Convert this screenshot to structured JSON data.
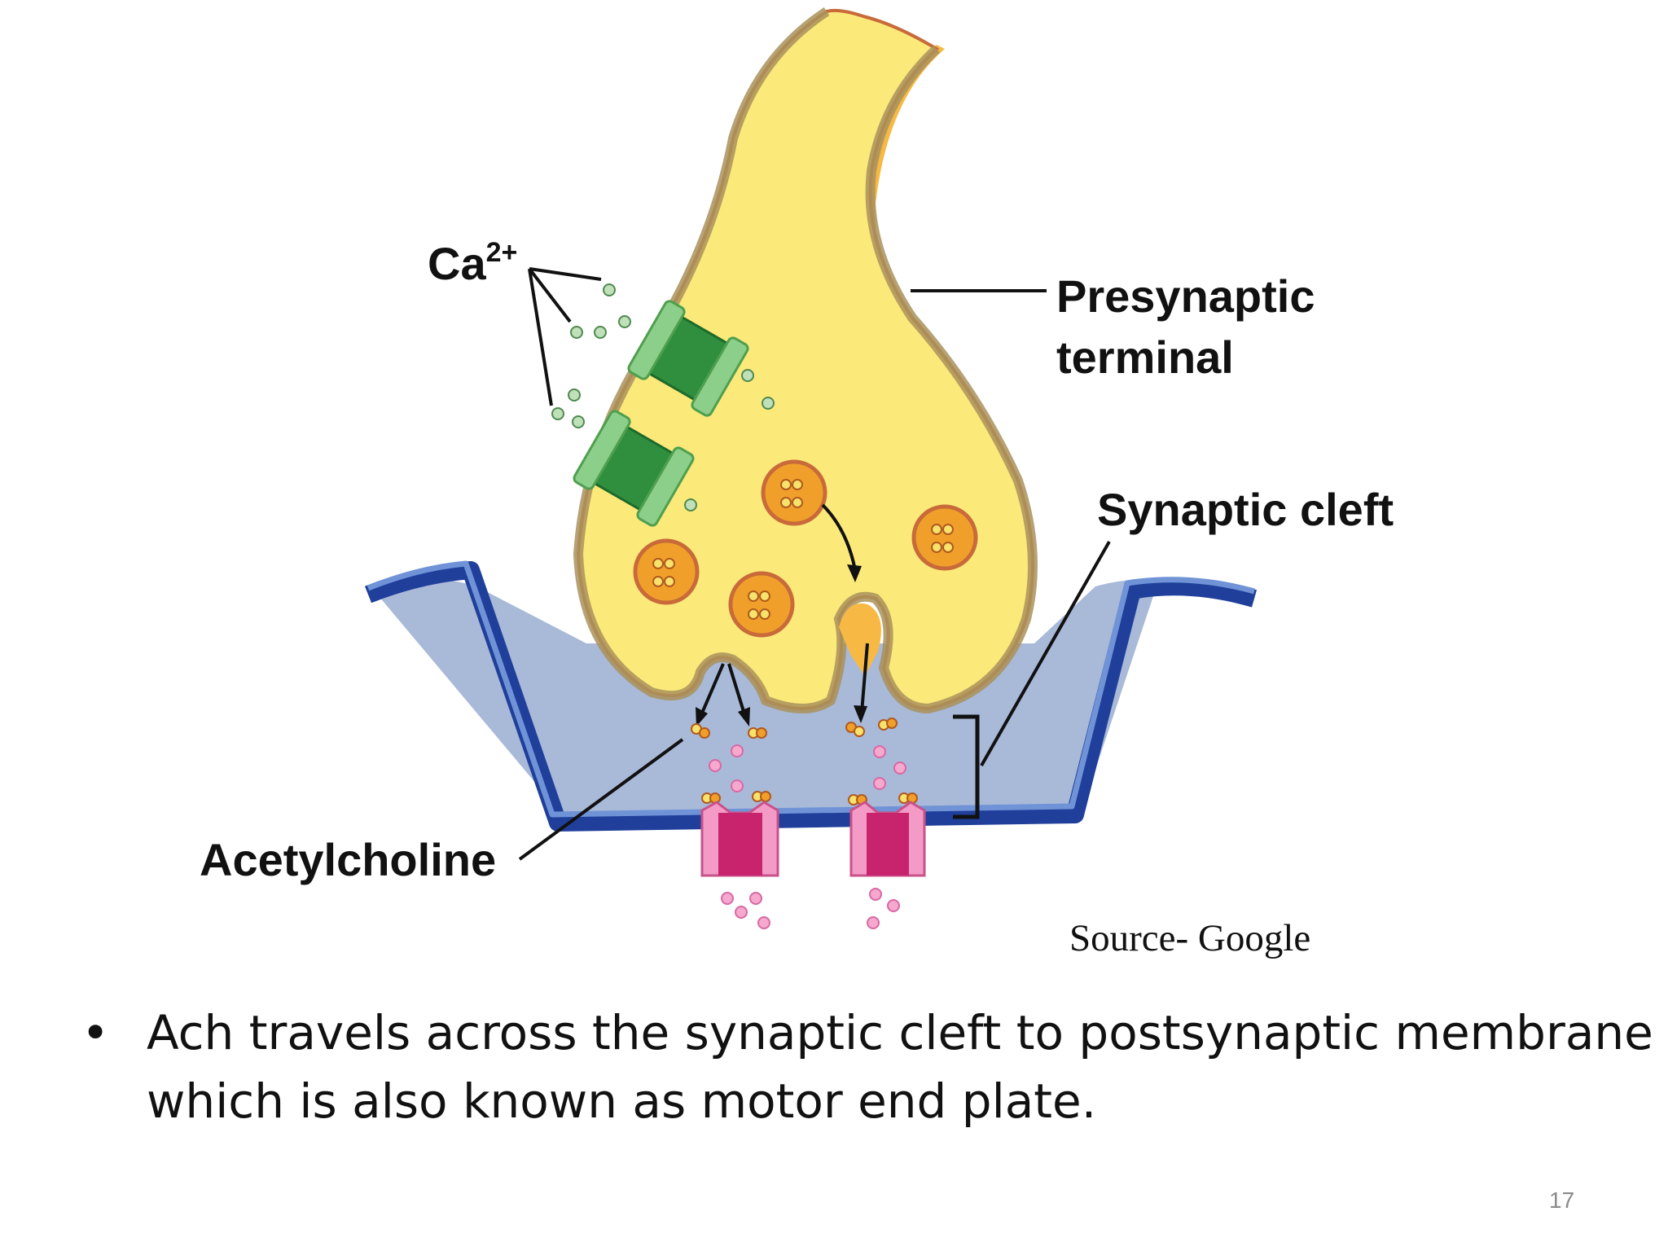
{
  "diagram": {
    "labels": {
      "calcium_base": "Ca",
      "calcium_charge": "2+",
      "presynaptic_line1": "Presynaptic",
      "presynaptic_line2": "terminal",
      "synaptic_cleft": "Synaptic cleft",
      "acetylcholine": "Acetylcholine"
    },
    "source": "Source- Google"
  },
  "bullet": {
    "mark": "•",
    "text": "Ach travels across the synaptic cleft to postsynaptic membrane which is also known as motor end plate."
  },
  "page_number": "17",
  "colors": {
    "terminal_fill": "#fbe97a",
    "terminal_shade": "#f7b944",
    "membrane": "#a9925c",
    "vesicle": "#f0a02a",
    "cleft": "#a9b9d8",
    "postsynaptic_membrane": "#1f3f9a",
    "channel_green": "#2f8f3e",
    "receptor_pink": "#f39bc6",
    "receptor_core": "#c8246e",
    "calcium_ion": "#bfe0b8",
    "ach_pink": "#f6a8cf"
  }
}
